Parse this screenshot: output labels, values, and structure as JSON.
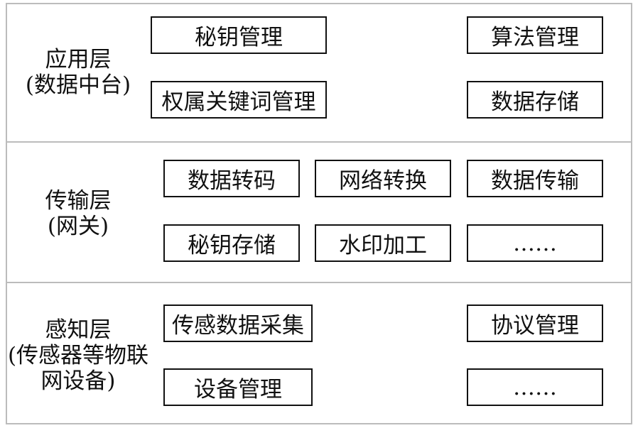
{
  "layers": [
    {
      "label_lines": [
        "应用层",
        "(数据中台)"
      ],
      "modules": [
        "秘钥管理",
        "算法管理",
        "权属关键词管理",
        "数据存储"
      ]
    },
    {
      "label_lines": [
        "传输层",
        "(网关)"
      ],
      "modules": [
        "数据转码",
        "网络转换",
        "数据传输",
        "秘钥存储",
        "水印加工",
        "……"
      ]
    },
    {
      "label_lines": [
        "感知层",
        "(传感器等物联",
        "网设备)"
      ],
      "modules": [
        "传感数据采集",
        "协议管理",
        "设备管理",
        "……"
      ]
    }
  ],
  "colors": {
    "border": "#111111",
    "frame": "#bcbcbc"
  }
}
